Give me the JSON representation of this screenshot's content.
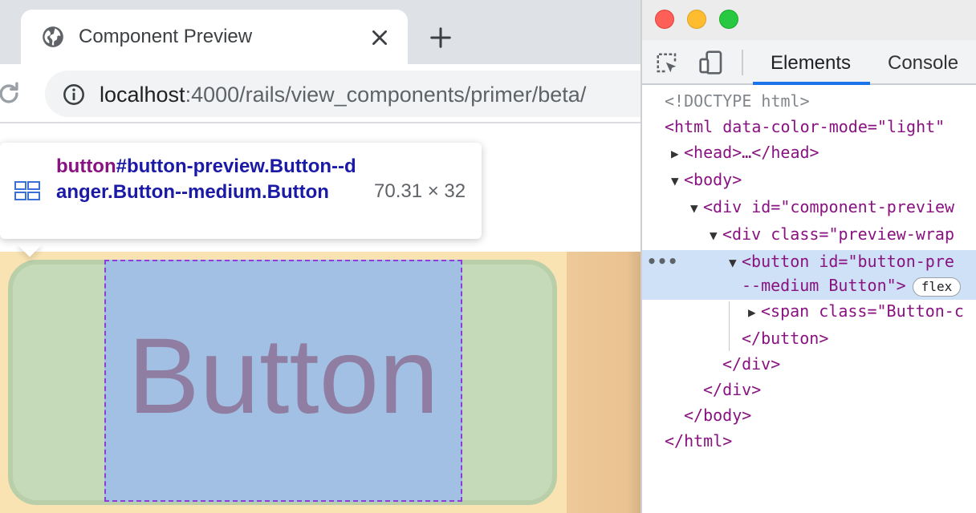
{
  "browser": {
    "tab_title": "Component Preview",
    "url_host": "localhost",
    "url_path": ":4000/rails/view_components/primer/beta/"
  },
  "tooltip": {
    "tag": "button",
    "selector": "#button-preview.Button--danger.Button--medium.Button",
    "size": "70.31 × 32"
  },
  "preview": {
    "button_text": "Button"
  },
  "devtools": {
    "tabs": [
      "Elements",
      "Console"
    ],
    "active_tab": "Elements",
    "badge": "flex",
    "selected_marker": "•••",
    "dom_lines": [
      "<!DOCTYPE html>",
      "<html data-color-mode=\"light\"",
      "<head>…</head>",
      "<body>",
      "<div id=\"component-preview",
      "<div class=\"preview-wrap",
      "<button id=\"button-pre",
      "--medium Button\">",
      "<span class=\"Button-c",
      "</button>",
      "</div>",
      "</div>",
      "</body>",
      "</html>"
    ]
  },
  "colors": {
    "accent": "#1a73e8",
    "margin": "#f9e3b3",
    "padding": "#c5dab8",
    "content": "#a2c0e3",
    "selection": "#cfe1f7"
  }
}
